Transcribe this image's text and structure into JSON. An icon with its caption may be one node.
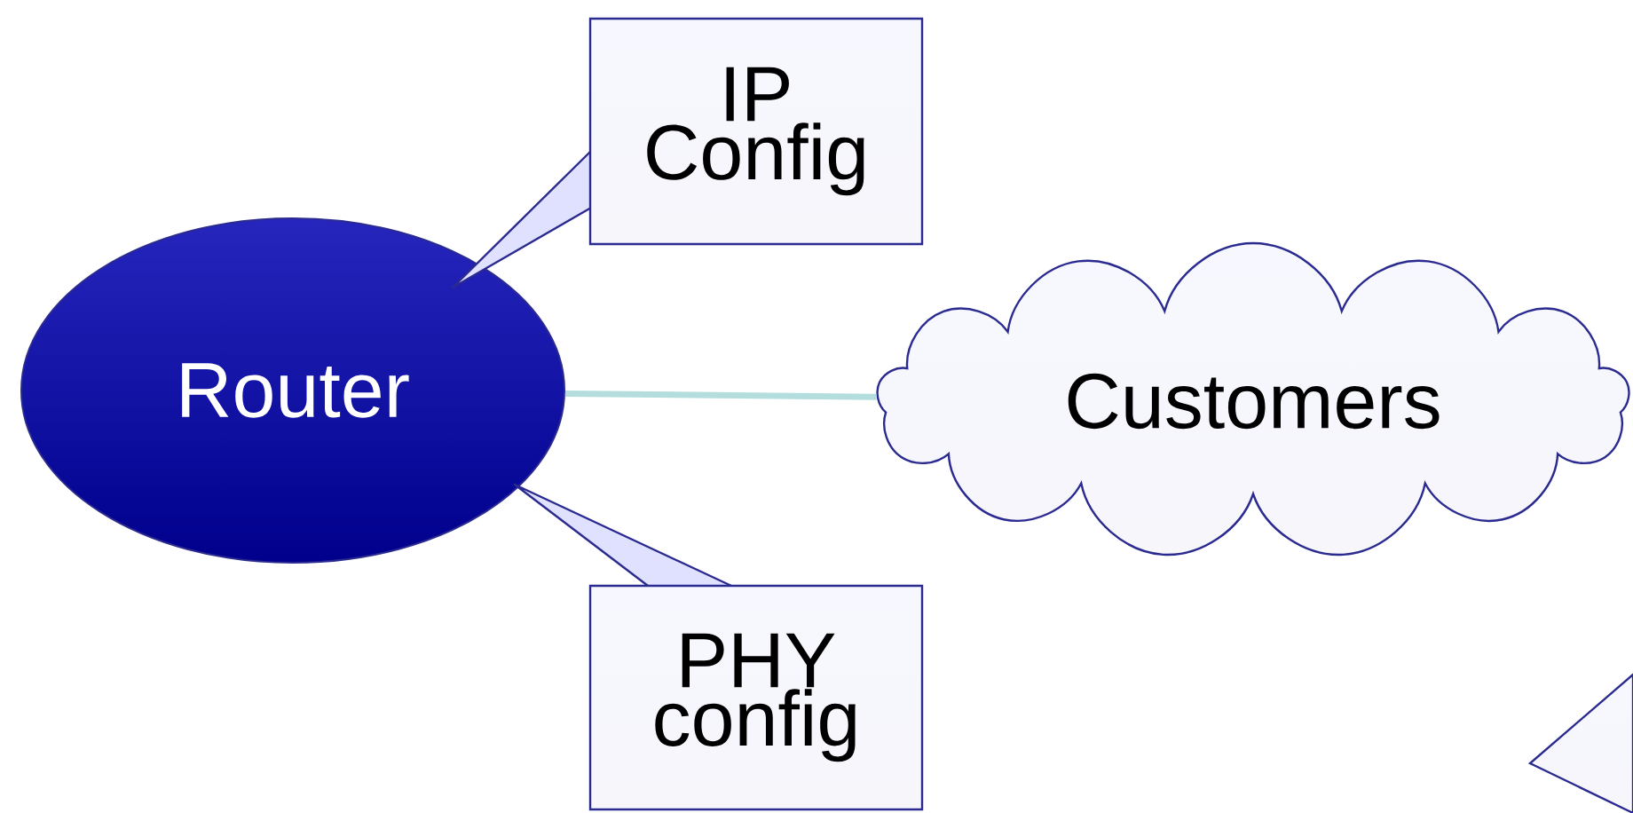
{
  "diagram": {
    "nodes": [
      {
        "text": [
          "Router"
        ]
      },
      {
        "text": [
          "IP Config"
        ]
      },
      {
        "text": [
          "Customers"
        ]
      },
      {
        "text": [
          "PHY config"
        ]
      },
      {
        "text": [],
        "shape": "box"
      }
    ],
    "edges": [
      {
        "from": 0,
        "to": 2,
        "arrow": "none",
        "color": "#b4dede"
      }
    ]
  }
}
